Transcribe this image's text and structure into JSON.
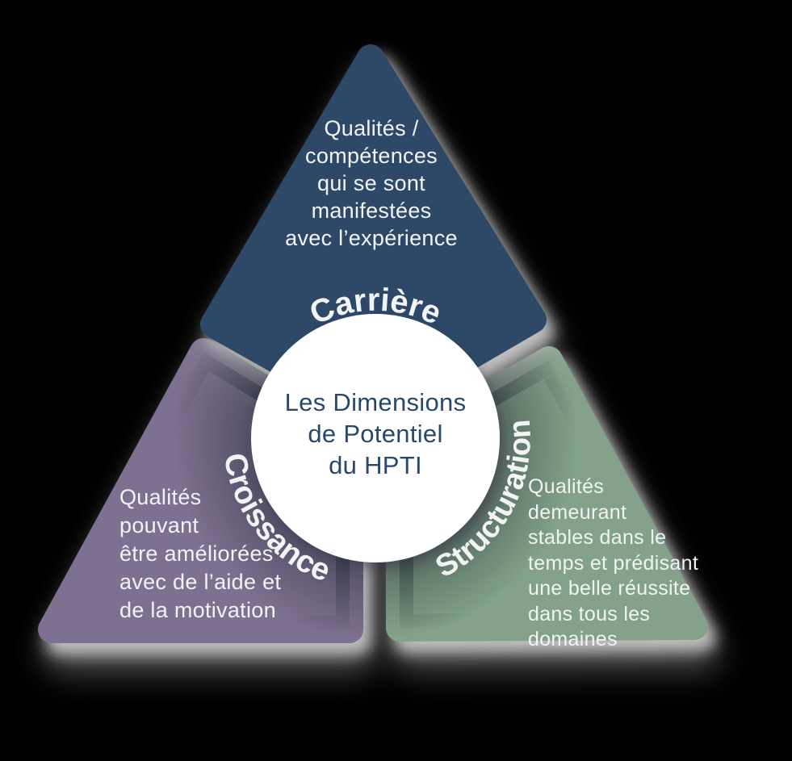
{
  "diagram": {
    "title": "Les Dimensions\nde Potentiel\ndu HPTI",
    "sections": {
      "carriere": {
        "label": "Carrière",
        "description": "Qualités /\ncompétences\nqui se sont\nmanifestées\navec l’expérience",
        "color": "#2e4a67"
      },
      "croissance": {
        "label": "Croissance",
        "description": "Qualités\npouvant\nêtre améliorées\navec de l’aide et\nde la motivation",
        "color": "#7e7090"
      },
      "structuration": {
        "label": "Structuration",
        "description": "Qualités\ndemeurant\nstables dans le\ntemps et prédisant\nune belle réussite\ndans tous les\ndomaines",
        "color": "#83a289"
      }
    },
    "colors": {
      "background": "#000000",
      "circle_fill": "#ffffff",
      "title_text": "#28496c",
      "body_text": "#f2f3f5",
      "shadow": "#cccccc"
    }
  }
}
